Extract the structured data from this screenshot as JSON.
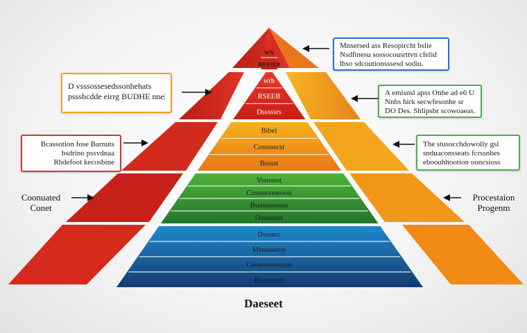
{
  "colors": {
    "red": "#d42a1e",
    "orange": "#f08a12",
    "yellow": "#f5b51a",
    "green": "#3a9a2e",
    "blue": "#1c6fb8",
    "navy": "#163a66"
  },
  "pyramid": {
    "tiers": [
      {
        "color": "red",
        "lines": [
          "WN",
          "BBASEB"
        ]
      },
      {
        "color": "red",
        "lines": [
          "wrh",
          "RSEEB",
          "Dsssssrs"
        ]
      },
      {
        "color": "orange",
        "lines": [
          "Bibel",
          "Cossssscst",
          "Bsssst"
        ]
      },
      {
        "color": "green",
        "lines": [
          "Vonsssst",
          "Cossssoooooon",
          "Bssisssssssss",
          "Ossssssss"
        ]
      },
      {
        "color": "blue",
        "lines": [
          "Dsssscc",
          "Mssssseroo",
          "Cesseesseesson",
          "Bssessson"
        ]
      }
    ]
  },
  "callouts": [
    {
      "id": "top-right",
      "border": "#2a6fd0",
      "lines": [
        "Mnsersed ass Resopircht bslie",
        "Nsdfinesu sossocousrttvn cfelid",
        "lbso sdcoutionsssesd sodiu."
      ]
    },
    {
      "id": "upper-left",
      "border": "#f0a020",
      "lines": [
        "D vsssossesedssonhehats",
        "psssbcdde eirrg BUDHE nnehts"
      ]
    },
    {
      "id": "middle-right",
      "border": "#4caf50",
      "lines": [
        "A emisnsl apss Onhe ad e6 U",
        "Nnbs hirk secwfesonhe sr",
        "DO Des. Shlipsbr scowoaeas."
      ]
    },
    {
      "id": "middle-left",
      "border": "#d03a2a",
      "lines": [
        "Bcassotion fose Barnuts",
        "bsdrino pssvdnaa",
        "Rhdefoot kecosbine"
      ]
    },
    {
      "id": "lower-right",
      "border": "#4caf50",
      "lines": [
        "The stusocchdowolly gsl",
        "snduaconsseats fcrssnbes",
        "eboouhhootion ooncsioss"
      ]
    }
  ],
  "side_labels": {
    "left": [
      "Coonuated",
      "Conet"
    ],
    "right": [
      "Procestaion",
      "Progenm"
    ]
  },
  "footer": "Daeseet"
}
